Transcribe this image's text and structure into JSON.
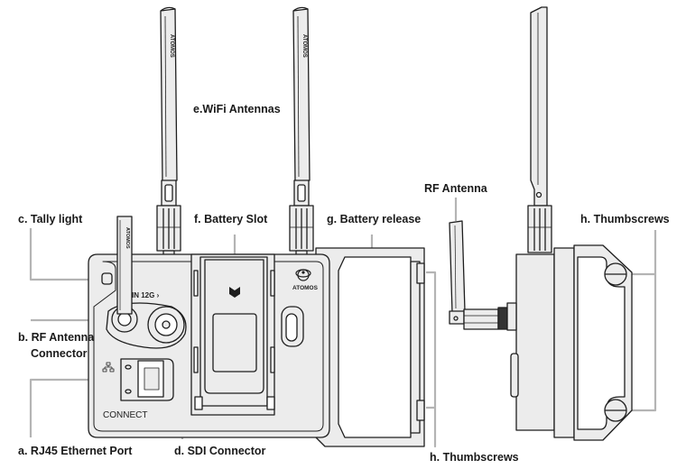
{
  "diagram": {
    "title": "Atomos Connect device callout diagram",
    "colors": {
      "outline": "#1e1e1e",
      "body_fill": "#ececec",
      "leader_line": "#b4b4b4",
      "label_text": "#1a1a1a",
      "background": "#ffffff"
    },
    "brand_text": "ATOMOS",
    "device_markings": {
      "sdi_label": "IN 12G ›",
      "connect_label": "CONNECT",
      "ethernet_icon": "network-icon",
      "battery_arrow_icon": "chevron-down-icon",
      "logo_icon": "atomos-logo-icon"
    },
    "callouts": [
      {
        "id": "a",
        "label": "a. RJ45 Ethernet Port"
      },
      {
        "id": "b",
        "label_line1": "b. RF Antenna",
        "label_line2": "Connector"
      },
      {
        "id": "c",
        "label": "c. Tally light"
      },
      {
        "id": "d",
        "label": "d. SDI Connector"
      },
      {
        "id": "e",
        "label": "e.WiFi Antennas"
      },
      {
        "id": "f",
        "label": "f. Battery Slot"
      },
      {
        "id": "g",
        "label": "g. Battery release"
      },
      {
        "id": "h1",
        "label": "h. Thumbscrews"
      },
      {
        "id": "h2",
        "label": "h. Thumbscrews"
      },
      {
        "id": "rf",
        "label": "RF Antenna"
      }
    ]
  }
}
